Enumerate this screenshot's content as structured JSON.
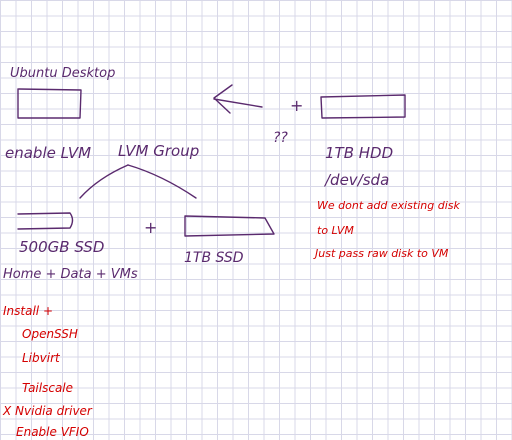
{
  "colors": {
    "purple": "#5a2a6e",
    "red": "#d40000",
    "grid": "#d8d8e8",
    "background": "#ffffff"
  },
  "labels": {
    "ubuntu_desktop": "Ubuntu Desktop",
    "enable_lvm": "enable LVM",
    "lvm_group": "LVM Group",
    "question": "??",
    "plus_hdd": "+",
    "hdd_size": "1TB HDD",
    "hdd_path": "/dev/sda",
    "ssd_500": "500GB SSD",
    "plus_ssd": "+",
    "ssd_1tb": "1TB SSD",
    "ssd_500_use": "Home + Data + VMs"
  },
  "notes": {
    "hdd_note_1": "We dont add existing disk",
    "hdd_note_2": "to LVM",
    "hdd_note_3": "Just pass raw disk to VM"
  },
  "install_list": {
    "title": "Install +",
    "items": [
      "OpenSSH",
      "Libvirt",
      "Tailscale",
      "X Nvidia driver",
      "Enable VFIO"
    ]
  }
}
